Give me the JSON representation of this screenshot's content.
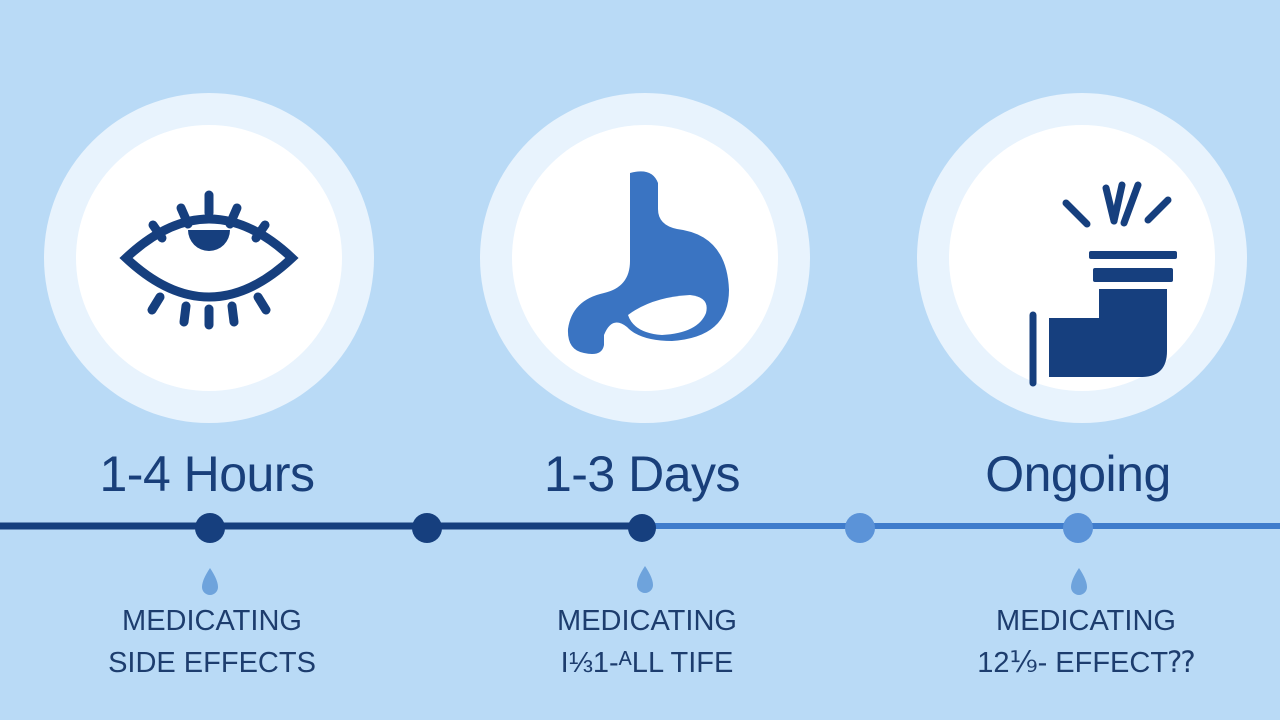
{
  "stages": [
    {
      "icon": "eye-icon",
      "title": "1-4 Hours",
      "caption_line1": "MEDICATING",
      "caption_line2": "SIDE EFFECTS"
    },
    {
      "icon": "stomach-icon",
      "title": "1-3 Days",
      "caption_line1": "MEDICATING",
      "caption_line2": "I⅓1-ᴬLL TIFE"
    },
    {
      "icon": "joint-pain-icon",
      "title": "Ongoing",
      "caption_line1": "MEDICATING",
      "caption_line2": "12⅑- EFFECT⁇"
    }
  ],
  "colors": {
    "background": "#b9daf6",
    "dark_navy": "#163f7e",
    "mid_blue": "#3a74c2",
    "light_blue": "#5b93d8",
    "drop": "#6ea3dc"
  }
}
